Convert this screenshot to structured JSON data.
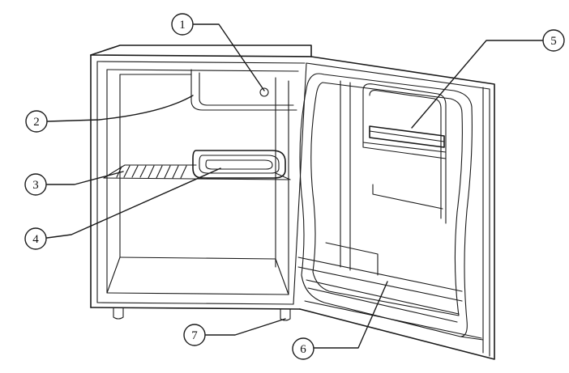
{
  "diagram": {
    "title": "",
    "callouts": [
      {
        "id": "c1",
        "label": "1"
      },
      {
        "id": "c2",
        "label": "2"
      },
      {
        "id": "c3",
        "label": "3"
      },
      {
        "id": "c4",
        "label": "4"
      },
      {
        "id": "c5",
        "label": "5"
      },
      {
        "id": "c6",
        "label": "6"
      },
      {
        "id": "c7",
        "label": "7"
      }
    ],
    "colors": {
      "stroke": "#1a1a1a",
      "background": "#ffffff"
    }
  }
}
